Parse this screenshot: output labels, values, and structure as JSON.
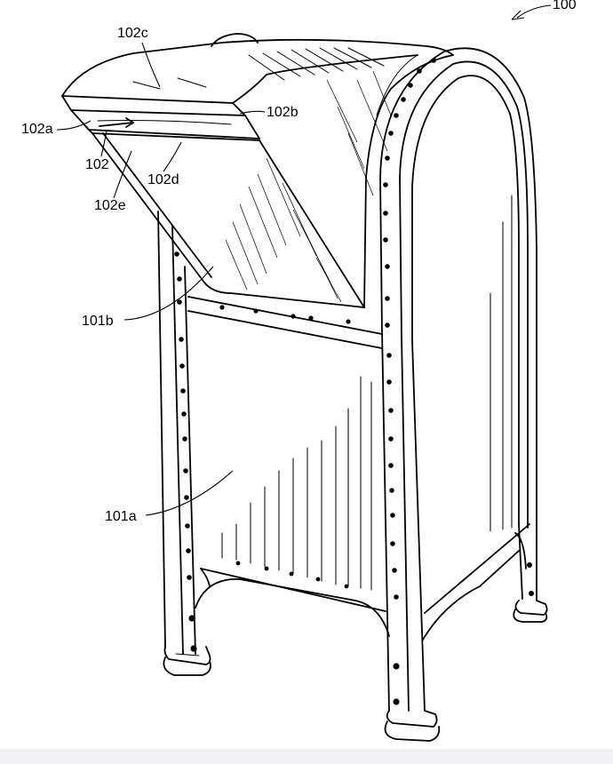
{
  "figure": {
    "assembly_label": "100",
    "reference_labels": {
      "lid_top": "102c",
      "lid_front_edge": "102a",
      "lid_side_edge": "102b",
      "slot": "102",
      "slot_edge": "102d",
      "slot_corner": "102e",
      "upper_panel": "101b",
      "lower_panel": "101a"
    }
  }
}
